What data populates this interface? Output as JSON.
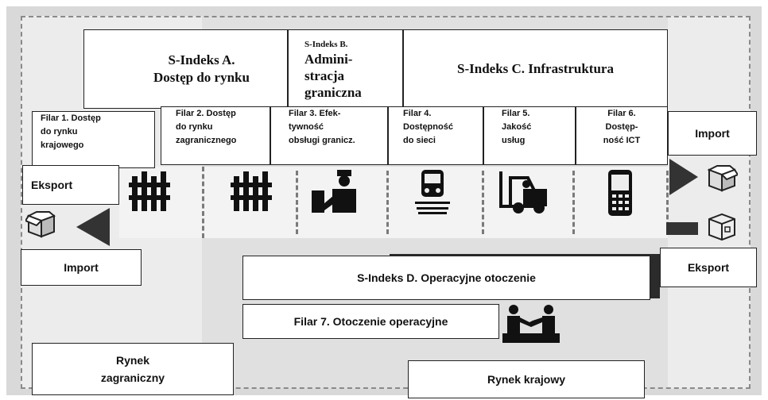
{
  "indices": {
    "a": {
      "line1": "S-Indeks A.",
      "line2": "Dostęp do rynku"
    },
    "b": {
      "line1": "S-Indeks B.",
      "line2": "Admini-",
      "line3": "stracja",
      "line4": "graniczna"
    },
    "c": {
      "label": "S-Indeks C. Infrastruktura"
    },
    "d": {
      "label": "S-Indeks D. Operacyjne otoczenie"
    }
  },
  "pillars": {
    "p1": {
      "l1": "Filar 1. Dostęp",
      "l2": "do  rynku",
      "l3": "krajowego"
    },
    "p2": {
      "l1": "Filar 2.  Dostęp",
      "l2": "do rynku",
      "l3": "zagranicznego"
    },
    "p3": {
      "l1": "Filar 3. Efek-",
      "l2": "tywność",
      "l3": "obsługi granicz."
    },
    "p4": {
      "l1": "Filar 4.",
      "l2": "Dostępność",
      "l3": "do sieci"
    },
    "p5": {
      "l1": "Filar 5.",
      "l2": "Jakość",
      "l3": "usług"
    },
    "p6": {
      "l1": "Filar 6.",
      "l2": "Dostęp-",
      "l3": "ność ICT"
    },
    "p7": {
      "label": "Filar 7.  Otoczenie operacyjne"
    }
  },
  "flows": {
    "left_export": "Eksport",
    "left_import": "Import",
    "right_import": "Import",
    "right_export": "Eksport"
  },
  "markets": {
    "foreign_l1": "Rynek",
    "foreign_l2": "zagraniczny",
    "domestic": "Rynek krajowy"
  },
  "icons": [
    "box-icon",
    "arrow-left-icon",
    "fence-icon",
    "fence-icon",
    "customs-officer-icon",
    "train-icon",
    "forklift-icon",
    "mobile-phone-icon",
    "arrow-right-icon",
    "box-icon",
    "box-icon",
    "handshake-icon"
  ]
}
